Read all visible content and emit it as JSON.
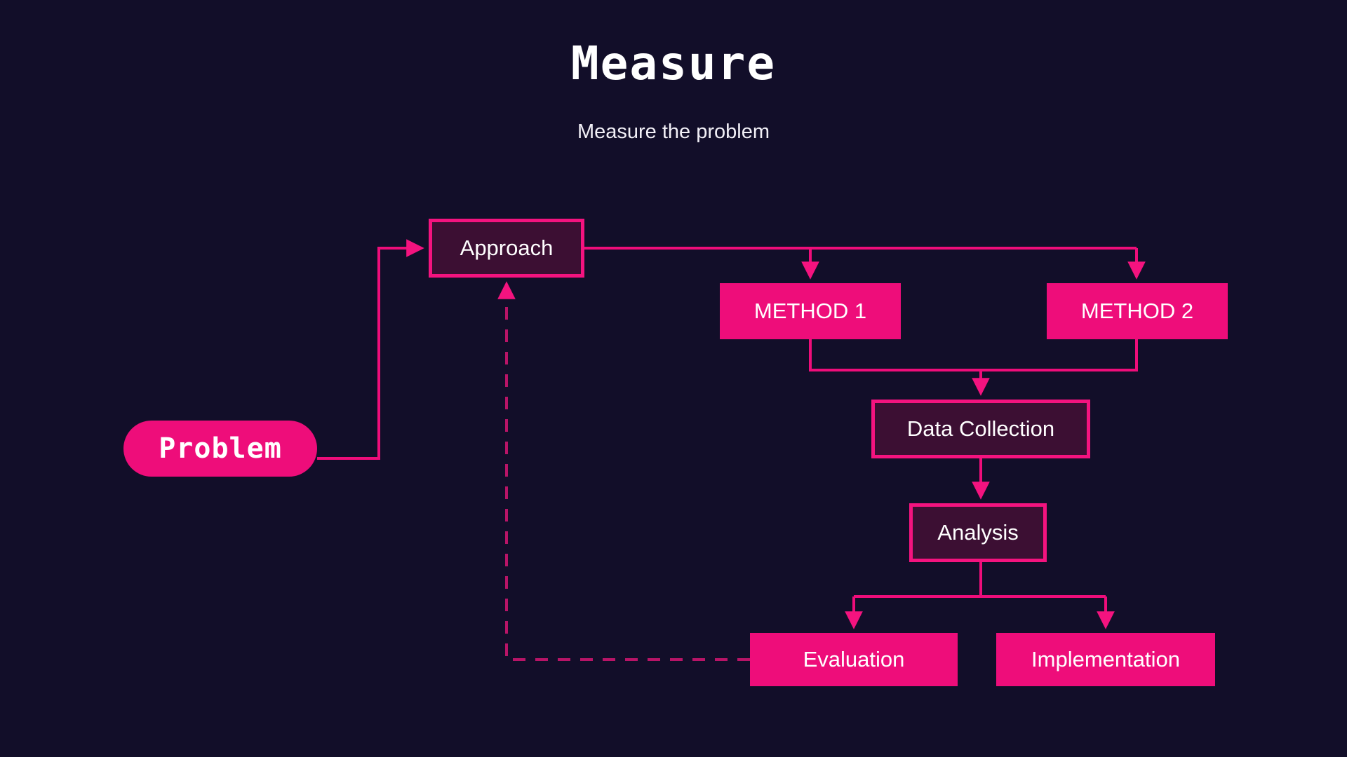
{
  "header": {
    "title": "Measure",
    "subtitle": "Measure the problem"
  },
  "colors": {
    "background": "#120e29",
    "accent_pink": "#ee0d7a",
    "border_pink": "#f4137f",
    "node_dark_fill": "#3c0f33",
    "dashed_line": "#b81467",
    "text": "#ffffff"
  },
  "diagram": {
    "type": "flowchart",
    "nodes": [
      {
        "id": "problem",
        "label": "Problem",
        "shape": "pill",
        "style": "solid"
      },
      {
        "id": "approach",
        "label": "Approach",
        "shape": "rect",
        "style": "outlined"
      },
      {
        "id": "method1",
        "label": "METHOD 1",
        "shape": "rect",
        "style": "solid"
      },
      {
        "id": "method2",
        "label": "METHOD 2",
        "shape": "rect",
        "style": "solid"
      },
      {
        "id": "data_collection",
        "label": "Data Collection",
        "shape": "rect",
        "style": "outlined"
      },
      {
        "id": "analysis",
        "label": "Analysis",
        "shape": "rect",
        "style": "outlined"
      },
      {
        "id": "evaluation",
        "label": "Evaluation",
        "shape": "rect",
        "style": "solid"
      },
      {
        "id": "implementation",
        "label": "Implementation",
        "shape": "rect",
        "style": "solid"
      }
    ],
    "edges": [
      {
        "from": "problem",
        "to": "approach",
        "line": "solid",
        "arrow": true
      },
      {
        "from": "approach",
        "to": "method1",
        "line": "solid",
        "arrow": true
      },
      {
        "from": "approach",
        "to": "method2",
        "line": "solid",
        "arrow": true
      },
      {
        "from": "method1",
        "to": "data_collection",
        "line": "solid",
        "arrow": true
      },
      {
        "from": "method2",
        "to": "data_collection",
        "line": "solid",
        "arrow": true
      },
      {
        "from": "data_collection",
        "to": "analysis",
        "line": "solid",
        "arrow": true
      },
      {
        "from": "analysis",
        "to": "evaluation",
        "line": "solid",
        "arrow": true
      },
      {
        "from": "analysis",
        "to": "implementation",
        "line": "solid",
        "arrow": true
      },
      {
        "from": "evaluation",
        "to": "approach",
        "line": "dashed",
        "arrow": true
      }
    ]
  }
}
